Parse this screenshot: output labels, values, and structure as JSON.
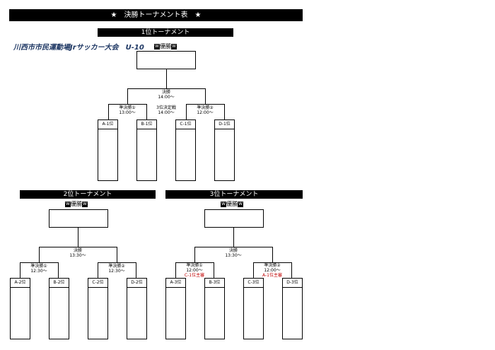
{
  "header": {
    "title": "★　決勝トーナメント表　★"
  },
  "t1": {
    "title": "1位トーナメント",
    "event": "川西市市民運動場Jrサッカー大会　U-10",
    "trophy_label": "優勝",
    "final": {
      "label": "決勝",
      "time": "14:00～"
    },
    "semi1": {
      "label": "準決勝①",
      "time": "13:00～"
    },
    "third": {
      "label": "3位決定戦",
      "time": "14:00～"
    },
    "semi2": {
      "label": "準決勝②",
      "time": "12:00～"
    },
    "seeds": [
      "A-1位",
      "B-1位",
      "C-1位",
      "D-1位"
    ]
  },
  "t2": {
    "title": "2位トーナメント",
    "trophy_label": "優勝",
    "final": {
      "label": "決勝",
      "time": "13:30～"
    },
    "semi1": {
      "label": "準決勝①",
      "time": "12:30～"
    },
    "semi2": {
      "label": "準決勝②",
      "time": "12:30～"
    },
    "seeds": [
      "A-2位",
      "B-2位",
      "C-2位",
      "D-2位"
    ]
  },
  "t3": {
    "title": "3位トーナメント",
    "trophy_label": "優勝",
    "final": {
      "label": "決勝",
      "time": "13:30～"
    },
    "semi1": {
      "label": "準決勝①",
      "time": "12:00～",
      "host": "C-1位主審"
    },
    "semi2": {
      "label": "準決勝②",
      "time": "12:00～",
      "host": "A-1位主審"
    },
    "seeds": [
      "A-3位",
      "B-3位",
      "C-3位",
      "D-3位"
    ]
  },
  "colors": {
    "title_blue": "#1f3864",
    "host_red": "#c00000"
  }
}
